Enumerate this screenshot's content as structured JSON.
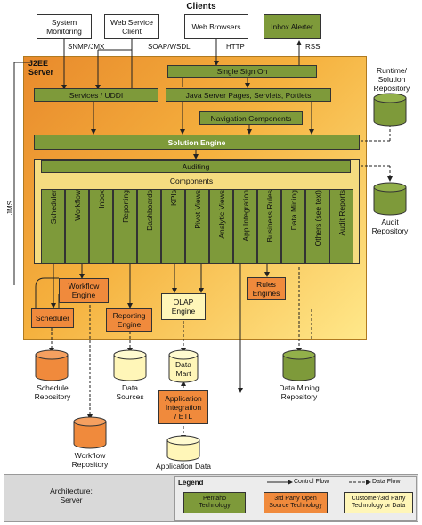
{
  "title": "Clients",
  "clients": [
    {
      "label": "System\nMonitoring"
    },
    {
      "label": "Web Service\nClient"
    },
    {
      "label": "Web Browsers"
    },
    {
      "label": "Inbox Alerter"
    }
  ],
  "protocols": [
    "SNMP/JMX",
    "SOAP/WSDL",
    "HTTP",
    "RSS"
  ],
  "server_label": "J2EE\nServer",
  "boxes": {
    "sso": "Single Sign On",
    "services": "Services / UDDI",
    "jsp": "Java Server Pages, Servlets, Portlets",
    "nav": "Navigation Components",
    "solution": "Solution Engine",
    "auditing": "Auditing",
    "components": "Components",
    "workflow_engine": "Workflow\nEngine",
    "scheduler": "Scheduler",
    "reporting_engine": "Reporting\nEngine",
    "olap_engine": "OLAP\nEngine",
    "rules_engines": "Rules\nEngines",
    "data_mart": "Data\nMart",
    "app_integration": "Application\nIntegration\n/ ETL"
  },
  "components": [
    "Scheduler",
    "Workflow",
    "Inbox",
    "Reporting",
    "Dashboards",
    "KPIs",
    "Pivot Views",
    "Analytic Views",
    "App Integration",
    "Business Rules",
    "Data Mining",
    "Others (see text)",
    "Audit Reports"
  ],
  "jms": "JMS",
  "repositories": {
    "runtime": "Runtime/\nSolution\nRepository",
    "audit": "Audit\nRepository",
    "schedule": "Schedule\nRepository",
    "data_sources": "Data\nSources",
    "data_mining": "Data Mining\nRepository",
    "workflow": "Workflow\nRepository",
    "app_data": "Application Data"
  },
  "footer": {
    "architecture": "Architecture:\nServer",
    "legend_title": "Legend",
    "control_flow": "Control Flow",
    "data_flow": "Data Flow",
    "legend_items": [
      {
        "label": "Pentaho\nTechnology"
      },
      {
        "label": "3rd Party Open\nSource Technology"
      },
      {
        "label": "Customer/3rd Party\nTechnology or Data"
      }
    ]
  },
  "colors": {
    "green": "#7e9a3a",
    "orange": "#f08a3c",
    "yellow": "#fff6b8"
  }
}
